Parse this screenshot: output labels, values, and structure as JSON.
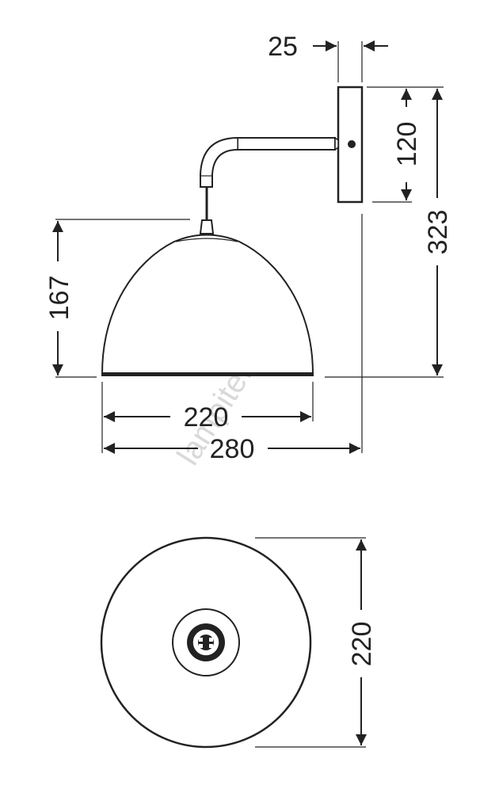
{
  "watermark": "lampite.bg",
  "side_view": {
    "dims": {
      "bracket_depth": "25",
      "plate_height": "120",
      "total_height": "323",
      "shade_height": "167",
      "shade_diameter": "220",
      "total_projection": "280"
    }
  },
  "top_view": {
    "dims": {
      "diameter": "220"
    }
  }
}
